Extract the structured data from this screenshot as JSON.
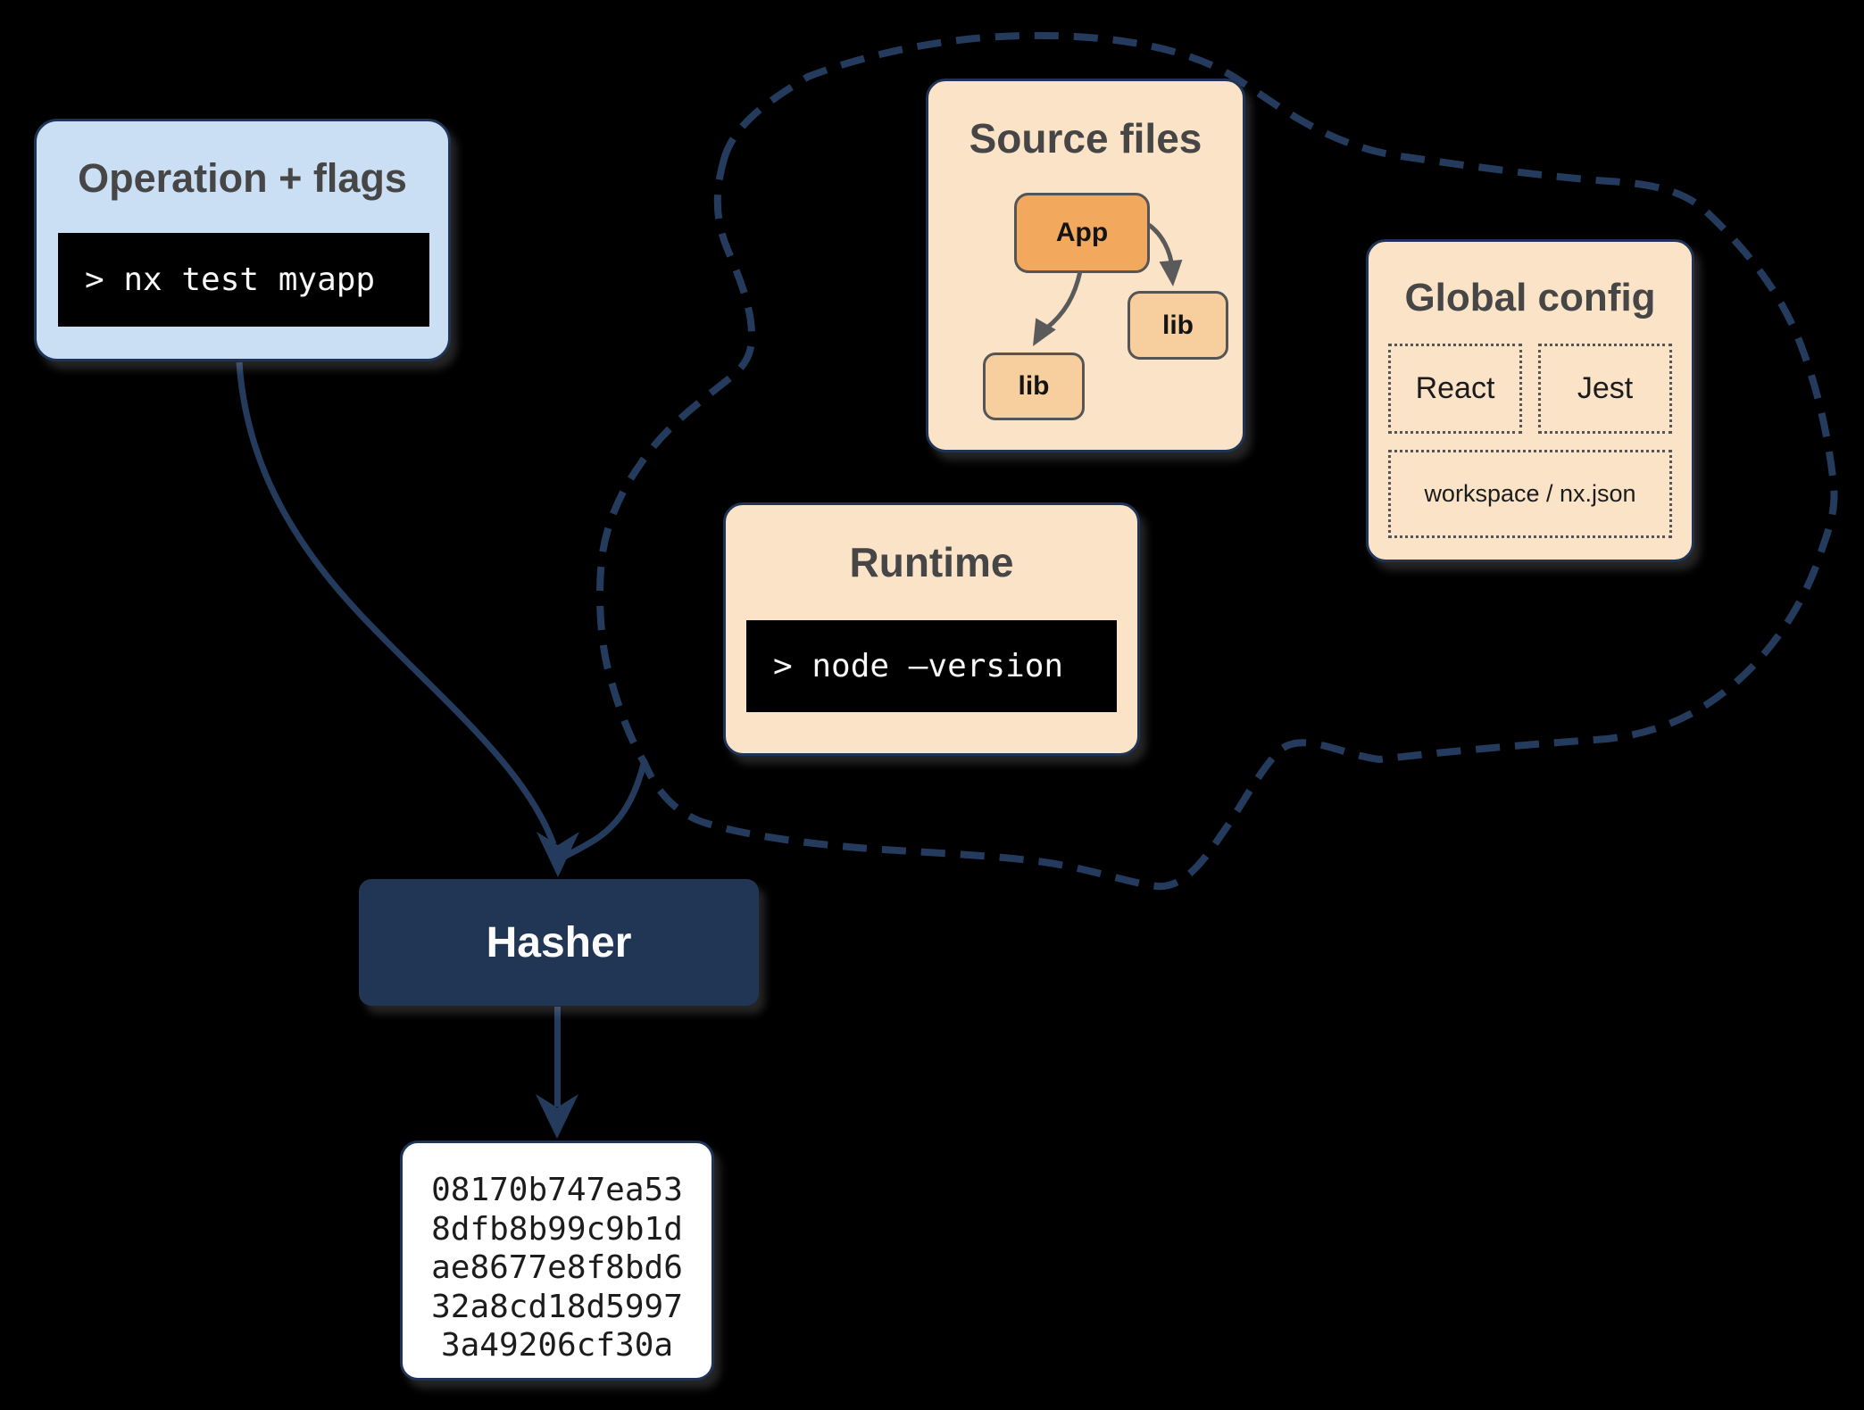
{
  "colors": {
    "background": "#000000",
    "navy_stroke": "#243B5E",
    "navy_border": "#1E3356",
    "hasher_fill": "#213655",
    "light_blue": "#CBDFF4",
    "peach": "#FAE3C7",
    "orange_node": "#F2A85D",
    "light_orange_node": "#F7CF9E",
    "gray_node_border": "#555555",
    "gray_arrow": "#5A5A5A",
    "title_gray": "#464646",
    "terminal_bg": "#000000",
    "terminal_text": "#F7F7F7",
    "hash_bg": "#FFFFFF"
  },
  "operation_box": {
    "title": "Operation + flags",
    "command": "> nx test myapp"
  },
  "cloud_inputs": {
    "source_files": {
      "title": "Source files",
      "nodes": [
        {
          "label": "App"
        },
        {
          "label": "lib"
        },
        {
          "label": "lib"
        }
      ]
    },
    "runtime": {
      "title": "Runtime",
      "command": "> node –version"
    },
    "global_config": {
      "title": "Global config",
      "configs": [
        "React",
        "Jest"
      ],
      "workspace_config": "workspace / nx.json"
    }
  },
  "hasher": {
    "label": "Hasher"
  },
  "hash_output": {
    "lines": [
      "08170b747ea53",
      "8dfb8b99c9b1d",
      "ae8677e8f8bd6",
      "32a8cd18d5997",
      "3a49206cf30a"
    ]
  }
}
